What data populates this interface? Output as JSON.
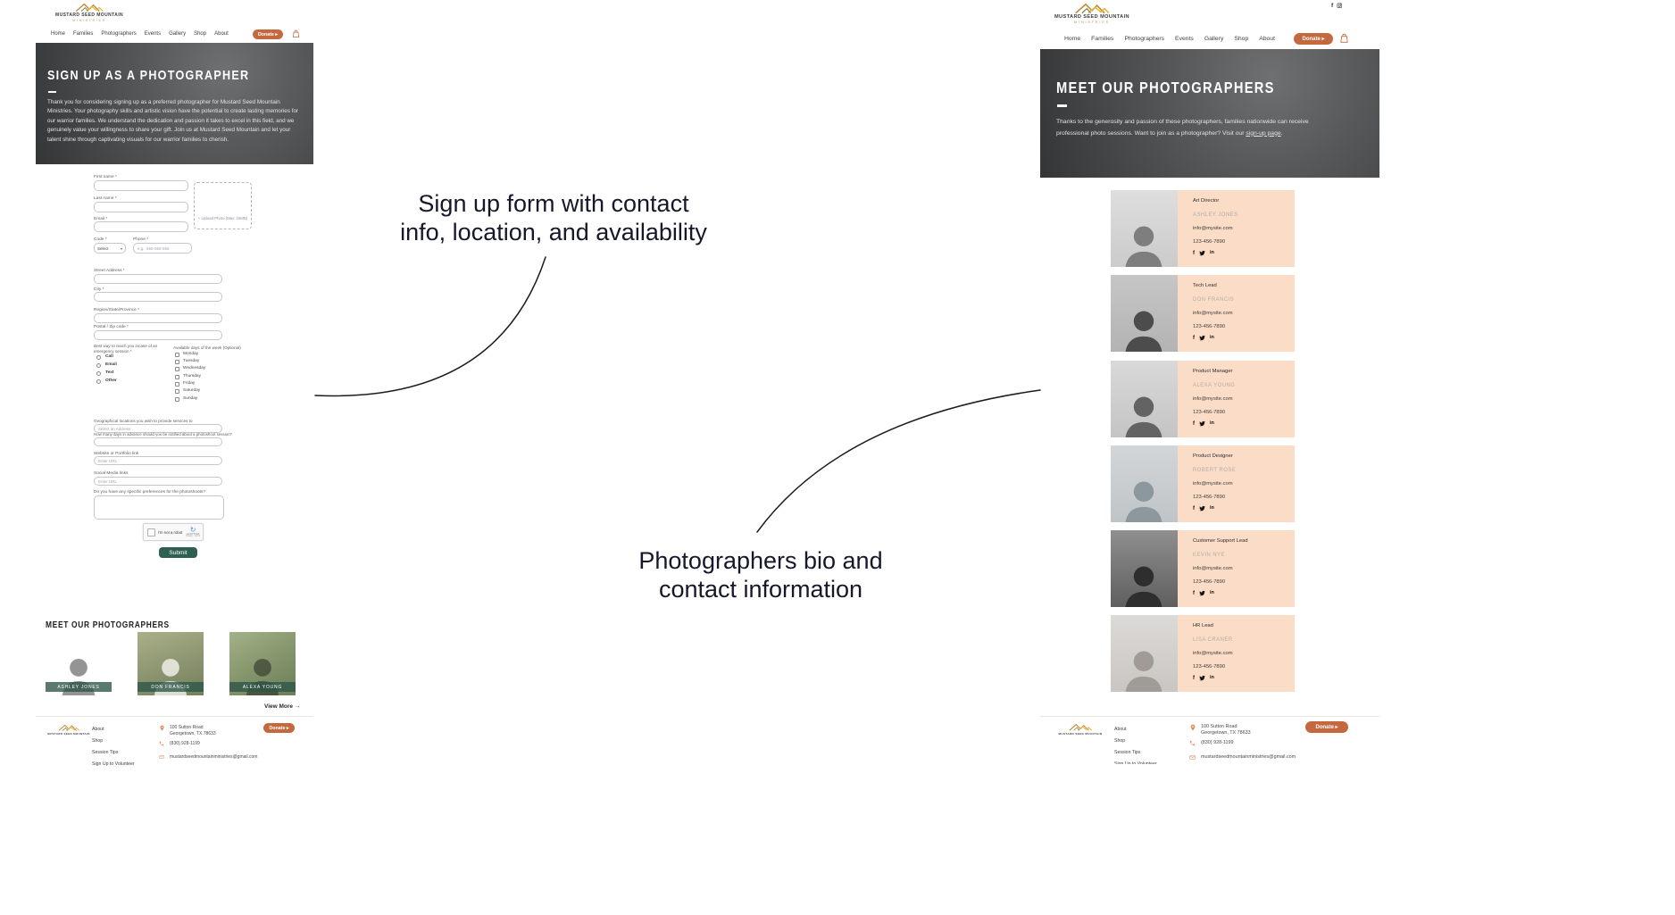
{
  "annotations": {
    "note1_line1": "Sign up form with contact",
    "note1_line2": "info, location, and availability",
    "note2_line1": "Photographers bio and",
    "note2_line2": "contact information"
  },
  "brand": {
    "name": "MUSTARD SEED MOUNTAIN",
    "sub": "MINISTRIES"
  },
  "nav": [
    "Home",
    "Families",
    "Photographers",
    "Events",
    "Gallery",
    "Shop",
    "About"
  ],
  "donate_label": "Donate ▸",
  "signup": {
    "hero_title": "SIGN UP AS A PHOTOGRAPHER",
    "hero_body": "Thank you for considering signing up as a preferred photographer for Mustard Seed Mountain Ministries. Your photography skills and artistic vision have the potential to create lasting memories for our warrior families. We understand the dedication and passion it takes to excel in this field, and we genuinely value your willingness to share your gift. Join us at Mustard Seed Mountain and let your talent shine through captivating visuals for our warrior families to cherish.",
    "form": {
      "first_name": "First name *",
      "last_name": "Last name *",
      "email": "Email *",
      "upload": "+ Upload Photo (Max: 15MB)",
      "code": "Code *",
      "code_value": "Select",
      "phone": "Phone *",
      "phone_ph": "e.g., 555-555-555",
      "street": "Street Address *",
      "city": "City *",
      "region": "Region/State/Province *",
      "postal": "Postal / Zip code *",
      "reach": "Best way to reach you incase of an emergency session *",
      "reach_options": [
        "Call",
        "Email",
        "Text",
        "Other"
      ],
      "days_label": "Available days of the week (Optional)",
      "days": [
        "Monday",
        "Tuesday",
        "Wednesday",
        "Thursday",
        "Friday",
        "Saturday",
        "Sunday"
      ],
      "geo": "Geographical locations you wish to provide services to",
      "geo_ph": "Select an Address",
      "notice": "How many days in advance should you be notified about a photoshoot session?",
      "website": "Website or Portfolio link",
      "url_ph": "Enter URL",
      "social": "Social Media links",
      "prefs": "Do you have any specific preferences for the photoshoots?",
      "captcha_label": "I'm not a robot",
      "captcha_brand": "reCAPTCHA",
      "captcha_terms": "Privacy - Terms",
      "submit": "Submit"
    },
    "photogs_heading": "MEET OUR PHOTOGRAPHERS",
    "photogs": [
      "ASHLEY JONES",
      "DON FRANCIS",
      "ALEXA YOUNG"
    ],
    "view_more": "View More →"
  },
  "meet": {
    "hero_title": "MEET OUR PHOTOGRAPHERS",
    "hero_line1": "Thanks to the generosity and passion of these photographers, families nationwide can receive",
    "hero_line2a": "professional photo sessions. Want to join as a photographer? Visit our ",
    "hero_link": "sign-up page",
    "hero_line2b": ".",
    "cards": [
      {
        "role": "Art Director",
        "name": "ASHLEY JONES",
        "email": "info@mysite.com",
        "phone": "123-456-7890"
      },
      {
        "role": "Tech Lead",
        "name": "DON FRANCIS",
        "email": "info@mysite.com",
        "phone": "123-456-7890"
      },
      {
        "role": "Product Manager",
        "name": "ALEXA YOUNG",
        "email": "info@mysite.com",
        "phone": "123-456-7890"
      },
      {
        "role": "Product Designer",
        "name": "ROBERT ROSE",
        "email": "info@mysite.com",
        "phone": "123-456-7890"
      },
      {
        "role": "Customer Support Lead",
        "name": "KEVIN NYE",
        "email": "info@mysite.com",
        "phone": "123-456-7890"
      },
      {
        "role": "HR Lead",
        "name": "LISA CRANER",
        "email": "info@mysite.com",
        "phone": "123-456-7890"
      }
    ]
  },
  "footer": {
    "links": [
      "About",
      "Shop",
      "Session Tips",
      "Sign Up to Volunteer"
    ],
    "address1": "100 Sutton Road",
    "address2": "Georgetown, TX 78633",
    "phone": "(830) 928-1199",
    "email": "mustardseedmountainministries@gmail.com"
  },
  "colors": {
    "accent": "#c4683f",
    "teal": "#2e5f50",
    "card_pink": "#fbdcc6",
    "icon_orange": "#e08a5e"
  }
}
